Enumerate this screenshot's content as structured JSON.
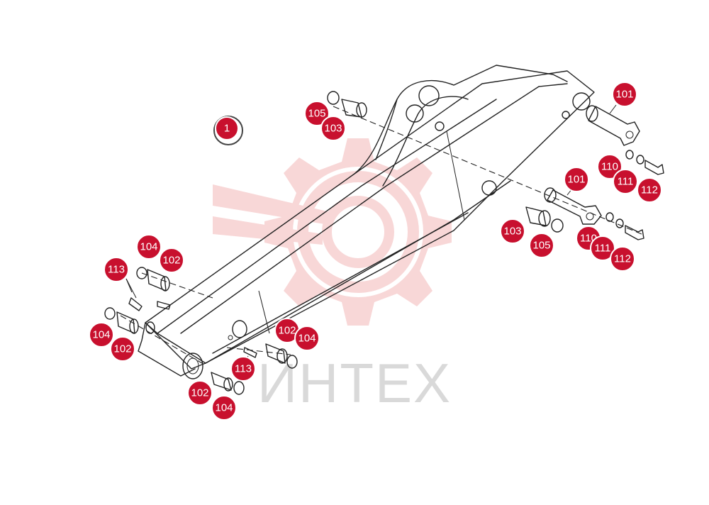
{
  "watermark": {
    "text": "ИНТЕХ",
    "color": "#f7c6c6"
  },
  "assembly_label": "1",
  "callouts": [
    {
      "id": "c-101-top",
      "label": "101"
    },
    {
      "id": "c-101-mid",
      "label": "101"
    },
    {
      "id": "c-105-top",
      "label": "105"
    },
    {
      "id": "c-103-top",
      "label": "103"
    },
    {
      "id": "c-110-top",
      "label": "110"
    },
    {
      "id": "c-111-top",
      "label": "111"
    },
    {
      "id": "c-112-top",
      "label": "112"
    },
    {
      "id": "c-103-mid",
      "label": "103"
    },
    {
      "id": "c-105-mid",
      "label": "105"
    },
    {
      "id": "c-110-mid",
      "label": "110"
    },
    {
      "id": "c-111-mid",
      "label": "111"
    },
    {
      "id": "c-112-mid",
      "label": "112"
    },
    {
      "id": "c-104-a",
      "label": "104"
    },
    {
      "id": "c-102-a",
      "label": "102"
    },
    {
      "id": "c-113-a",
      "label": "113"
    },
    {
      "id": "c-104-b",
      "label": "104"
    },
    {
      "id": "c-102-b",
      "label": "102"
    },
    {
      "id": "c-102-c",
      "label": "102"
    },
    {
      "id": "c-104-c",
      "label": "104"
    },
    {
      "id": "c-113-b",
      "label": "113"
    },
    {
      "id": "c-102-d",
      "label": "102"
    },
    {
      "id": "c-104-d",
      "label": "104"
    }
  ]
}
